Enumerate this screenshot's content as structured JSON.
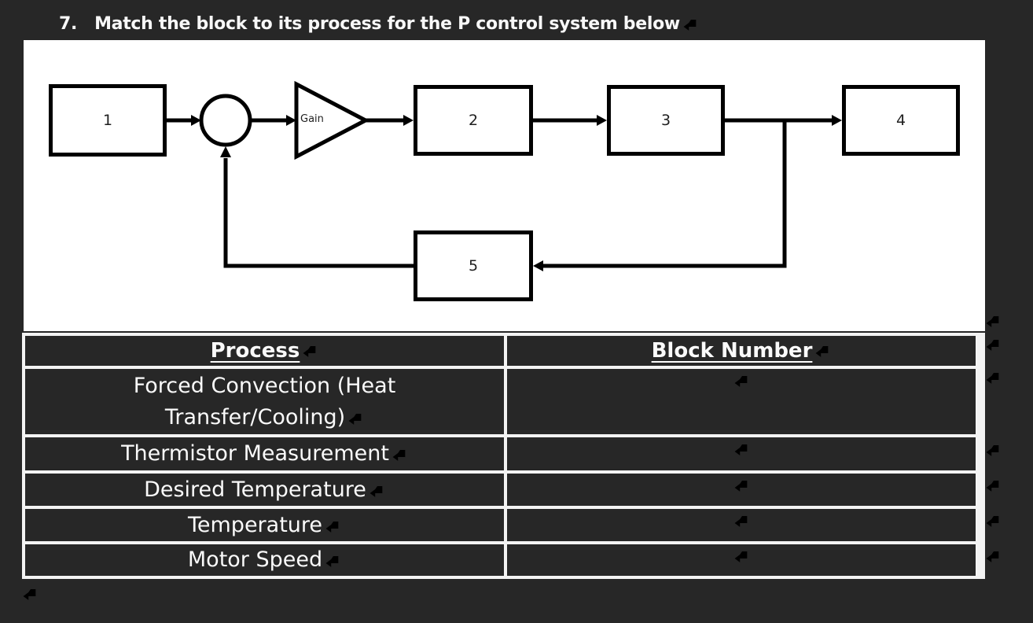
{
  "title": {
    "number": "7.",
    "text": "Match the block to its process for the P control system below"
  },
  "diagram": {
    "block_labels": [
      "1",
      "2",
      "3",
      "4",
      "5"
    ],
    "gain_label": "Gain"
  },
  "table": {
    "header": {
      "process": "Process",
      "block_number": "Block Number"
    },
    "rows": [
      {
        "process": "Forced Convection (Heat Transfer/Cooling)"
      },
      {
        "process": "Thermistor Measurement"
      },
      {
        "process": "Desired Temperature"
      },
      {
        "process": "Temperature"
      },
      {
        "process": "Motor Speed"
      }
    ]
  },
  "colors": {
    "background": "#272727",
    "accent_blue": "#4e8fdc",
    "diagram_background": "#ffffff",
    "table_border": "#f3f3f3",
    "diagram_stroke": "#000000"
  }
}
